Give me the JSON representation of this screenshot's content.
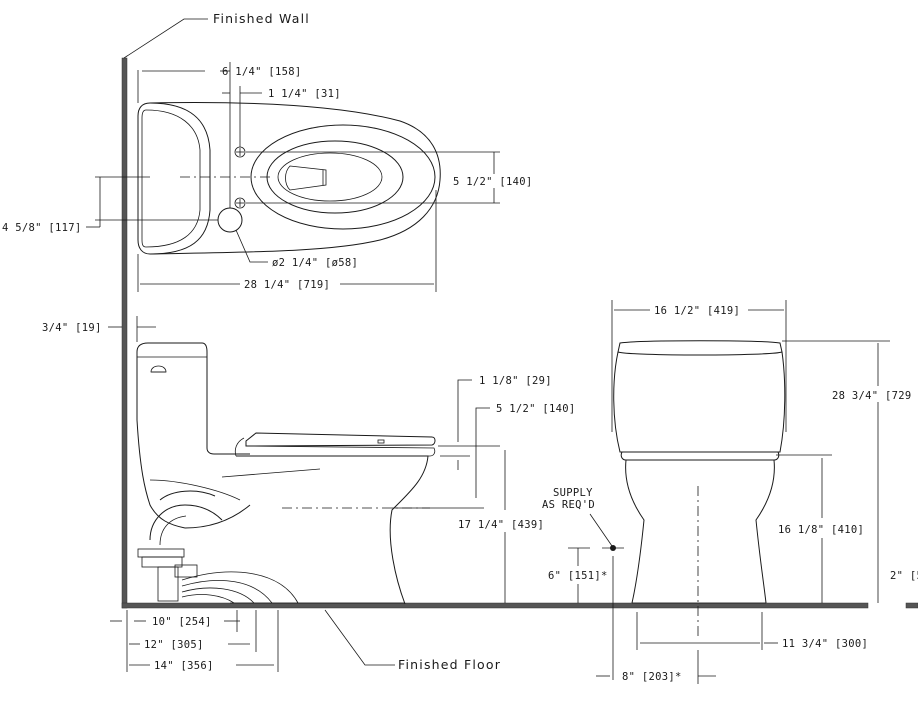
{
  "labels": {
    "finished_wall": "Finished Wall",
    "finished_floor": "Finished Floor",
    "supply_line1": "SUPPLY",
    "supply_line2": "AS REQ'D"
  },
  "dimensions": {
    "d_6_1_4": "6 1/4\" [158]",
    "d_1_1_4": "1 1/4\" [31]",
    "d_5_1_2_top": "5 1/2\" [140]",
    "d_4_5_8": "4 5/8\" [117]",
    "d_dia_2_1_4": "ø2 1/4\" [ø58]",
    "d_28_1_4": "28 1/4\" [719]",
    "d_3_4": "3/4\" [19]",
    "d_1_1_8": "1 1/8\" [29]",
    "d_5_1_2_side": "5 1/2\" [140]",
    "d_17_1_4": "17 1/4\" [439]",
    "d_6": "6\" [151]*",
    "d_10": "10\" [254]",
    "d_12": "12\" [305]",
    "d_14": "14\" [356]",
    "d_16_1_2": "16 1/2\" [419]",
    "d_28_3_4": "28 3/4\" [729",
    "d_16_1_8": "16 1/8\" [410]",
    "d_11_3_4": "11 3/4\" [300]",
    "d_8": "8\" [203]*",
    "d_2": "2\" [5"
  }
}
